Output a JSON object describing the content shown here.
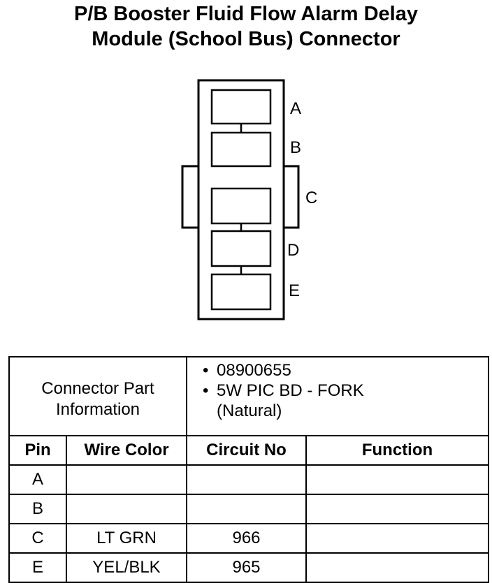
{
  "title": {
    "line1": "P/B Booster Fluid Flow Alarm Delay",
    "line2": "Module (School Bus) Connector"
  },
  "connector_pins": [
    "A",
    "B",
    "C",
    "D",
    "E"
  ],
  "part_info": {
    "label_line1": "Connector Part",
    "label_line2": "Information",
    "bullet": "•",
    "part_number": "08900655",
    "description": "5W PIC BD - FORK",
    "color": "(Natural)"
  },
  "table": {
    "headers": [
      "Pin",
      "Wire Color",
      "Circuit No",
      "Function"
    ],
    "rows": [
      {
        "pin": "A",
        "wire_color": "",
        "circuit_no": "",
        "function": ""
      },
      {
        "pin": "B",
        "wire_color": "",
        "circuit_no": "",
        "function": ""
      },
      {
        "pin": "C",
        "wire_color": "LT GRN",
        "circuit_no": "966",
        "function": ""
      },
      {
        "pin": "E",
        "wire_color": "YEL/BLK",
        "circuit_no": "965",
        "function": ""
      }
    ]
  }
}
